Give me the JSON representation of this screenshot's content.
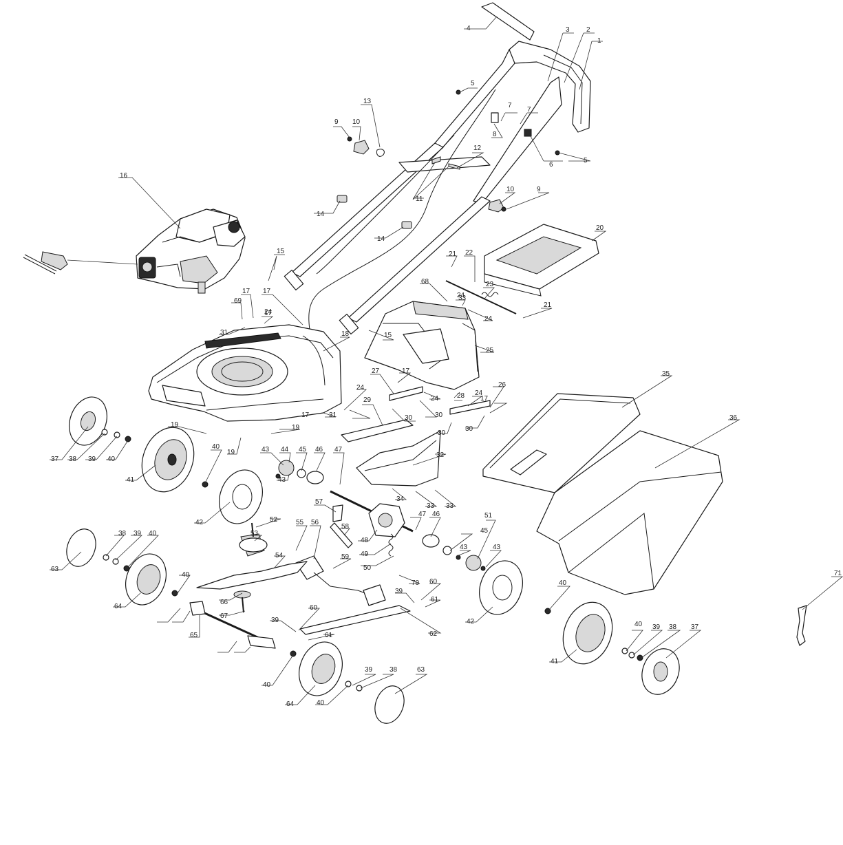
{
  "labels": [
    "1",
    "2",
    "3",
    "4",
    "5",
    "5",
    "6",
    "7",
    "7",
    "8",
    "9",
    "9",
    "10",
    "10",
    "11",
    "12",
    "13",
    "14",
    "14",
    "15",
    "15",
    "16",
    "17",
    "17",
    "17",
    "17",
    "17",
    "17",
    "18",
    "19",
    "19",
    "19",
    "20",
    "21",
    "21",
    "22",
    "23",
    "24",
    "24",
    "24",
    "24",
    "24",
    "24",
    "25",
    "26",
    "27",
    "28",
    "29",
    "30",
    "30",
    "30",
    "30",
    "31",
    "31",
    "32",
    "33",
    "33",
    "33",
    "34",
    "35",
    "36",
    "37",
    "37",
    "38",
    "38",
    "38",
    "38",
    "39",
    "39",
    "39",
    "39",
    "39",
    "39",
    "40",
    "40",
    "40",
    "40",
    "40",
    "40",
    "40",
    "40",
    "41",
    "41",
    "42",
    "42",
    "43",
    "43",
    "43",
    "43",
    "44",
    "45",
    "45",
    "46",
    "46",
    "47",
    "47",
    "48",
    "49",
    "50",
    "51",
    "52",
    "53",
    "54",
    "55",
    "56",
    "57",
    "58",
    "59",
    "60",
    "60",
    "61",
    "61",
    "62",
    "63",
    "63",
    "64",
    "64",
    "65",
    "66",
    "67",
    "68",
    "69",
    "70",
    "71"
  ]
}
